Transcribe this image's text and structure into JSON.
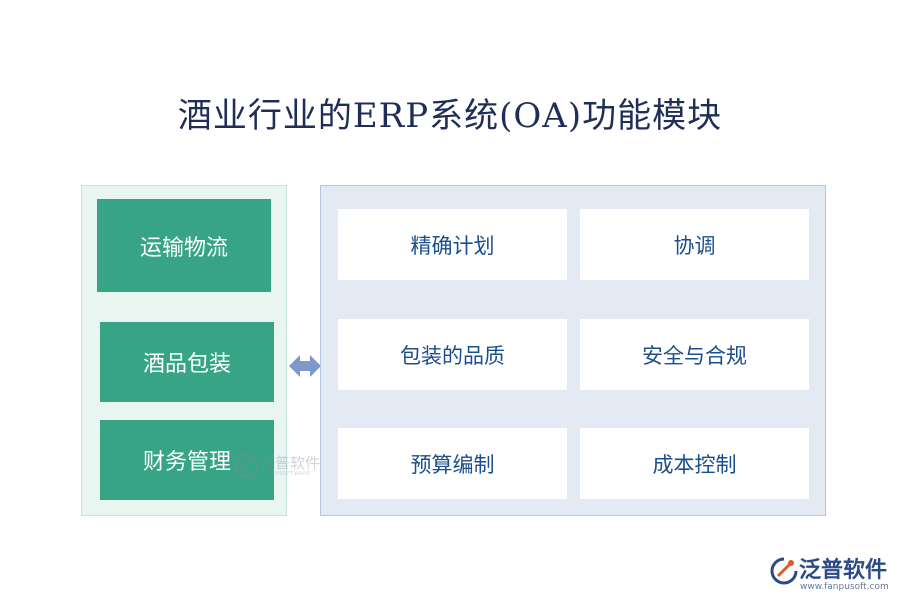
{
  "title": "酒业行业的ERP系统(OA)功能模块",
  "left_items": [
    "运输物流",
    "酒品包装",
    "财务管理"
  ],
  "right_items": [
    "精确计划",
    "协调",
    "包装的品质",
    "安全与合规",
    "预算编制",
    "成本控制"
  ],
  "watermark": {
    "text": "泛普软件",
    "sub": "FANPUSOFTWARE"
  },
  "logo": {
    "text": "泛普软件",
    "url": "www.fanpusoft.com"
  },
  "colors": {
    "left_box": "#37a585",
    "left_panel": "#e8f5f1",
    "right_panel": "#e4eaf4",
    "right_text": "#1b4f8c",
    "title": "#1f2d57",
    "arrow": "#7f98cc"
  },
  "icons": [
    "double-arrow-icon",
    "fanpu-logo-icon"
  ]
}
